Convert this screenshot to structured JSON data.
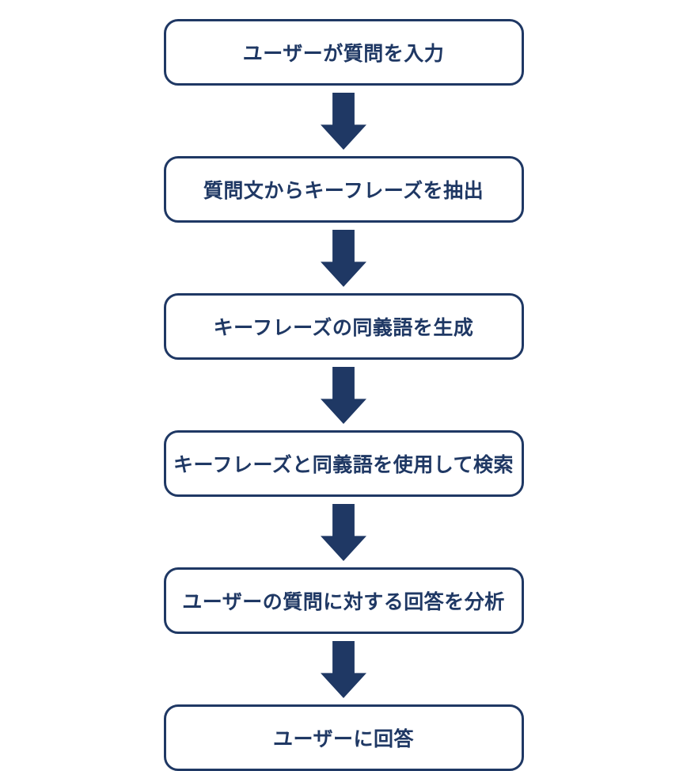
{
  "flowchart": {
    "title": "question-answering-pipeline",
    "colors": {
      "accent": "#1f3864",
      "box_background": "#ffffff"
    },
    "steps": [
      {
        "label": "ユーザーが質問を入力"
      },
      {
        "label": "質問文からキーフレーズを抽出"
      },
      {
        "label": "キーフレーズの同義語を生成"
      },
      {
        "label": "キーフレーズと同義語を使用して検索"
      },
      {
        "label": "ユーザーの質問に対する回答を分析"
      },
      {
        "label": "ユーザーに回答"
      }
    ],
    "connector": "down-arrow"
  }
}
